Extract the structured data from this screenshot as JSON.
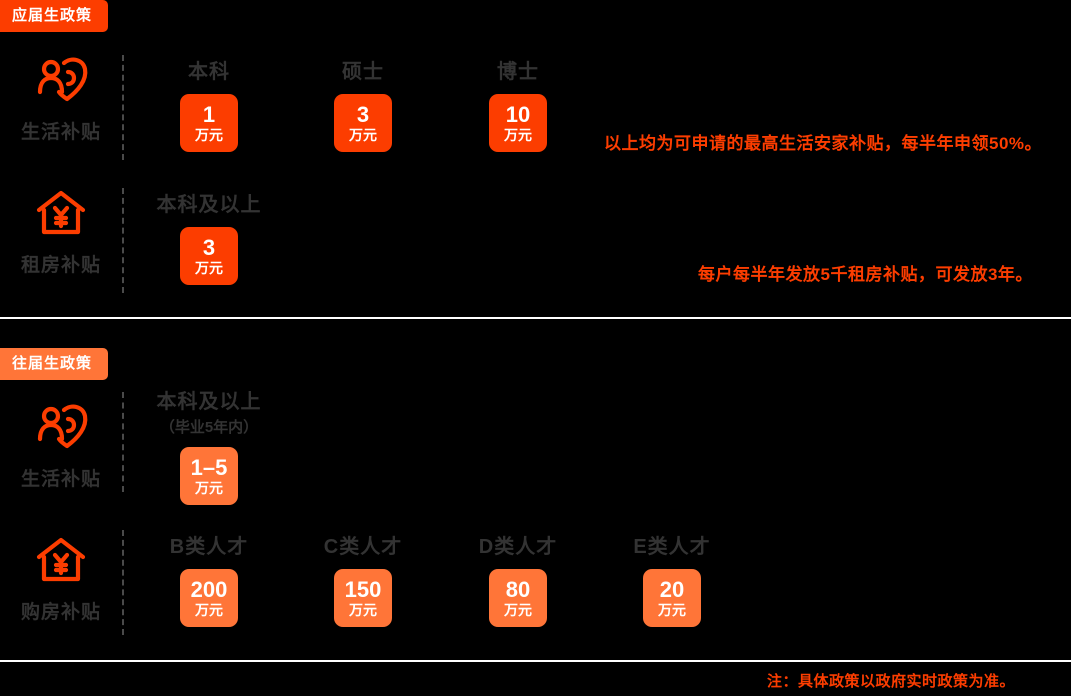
{
  "colors": {
    "background": "#000000",
    "accent_primary": "#FC3D00",
    "accent_secondary": "#FF7538",
    "label_gray": "#333333",
    "divider_white": "#FFFFFF",
    "dash_gray": "#4A4A4A"
  },
  "sections": [
    {
      "badge": "应届生政策",
      "rows": [
        {
          "icon": "people-heart-icon",
          "label": "生活补贴",
          "cells": [
            {
              "head": "本科",
              "sub": "",
              "num": "1",
              "unit": "万元"
            },
            {
              "head": "硕士",
              "sub": "",
              "num": "3",
              "unit": "万元"
            },
            {
              "head": "博士",
              "sub": "",
              "num": "10",
              "unit": "万元"
            }
          ],
          "note": "以上均为可申请的最高生活安家补贴，每半年申领50%。"
        },
        {
          "icon": "house-yuan-icon",
          "label": "租房补贴",
          "cells": [
            {
              "head": "本科及以上",
              "sub": "",
              "num": "3",
              "unit": "万元"
            }
          ],
          "note": "每户每半年发放5千租房补贴，可发放3年。"
        }
      ]
    },
    {
      "badge": "往届生政策",
      "rows": [
        {
          "icon": "people-heart-icon",
          "label": "生活补贴",
          "cells": [
            {
              "head": "本科及以上",
              "sub": "（毕业5年内）",
              "num": "1–5",
              "unit": "万元"
            }
          ],
          "note": ""
        },
        {
          "icon": "house-yuan-icon",
          "label": "购房补贴",
          "cells": [
            {
              "head": "B类人才",
              "sub": "",
              "num": "200",
              "unit": "万元"
            },
            {
              "head": "C类人才",
              "sub": "",
              "num": "150",
              "unit": "万元"
            },
            {
              "head": "D类人才",
              "sub": "",
              "num": "80",
              "unit": "万元"
            },
            {
              "head": "E类人才",
              "sub": "",
              "num": "20",
              "unit": "万元"
            }
          ],
          "note": ""
        }
      ]
    }
  ],
  "footnote": "注：具体政策以政府实时政策为准。"
}
